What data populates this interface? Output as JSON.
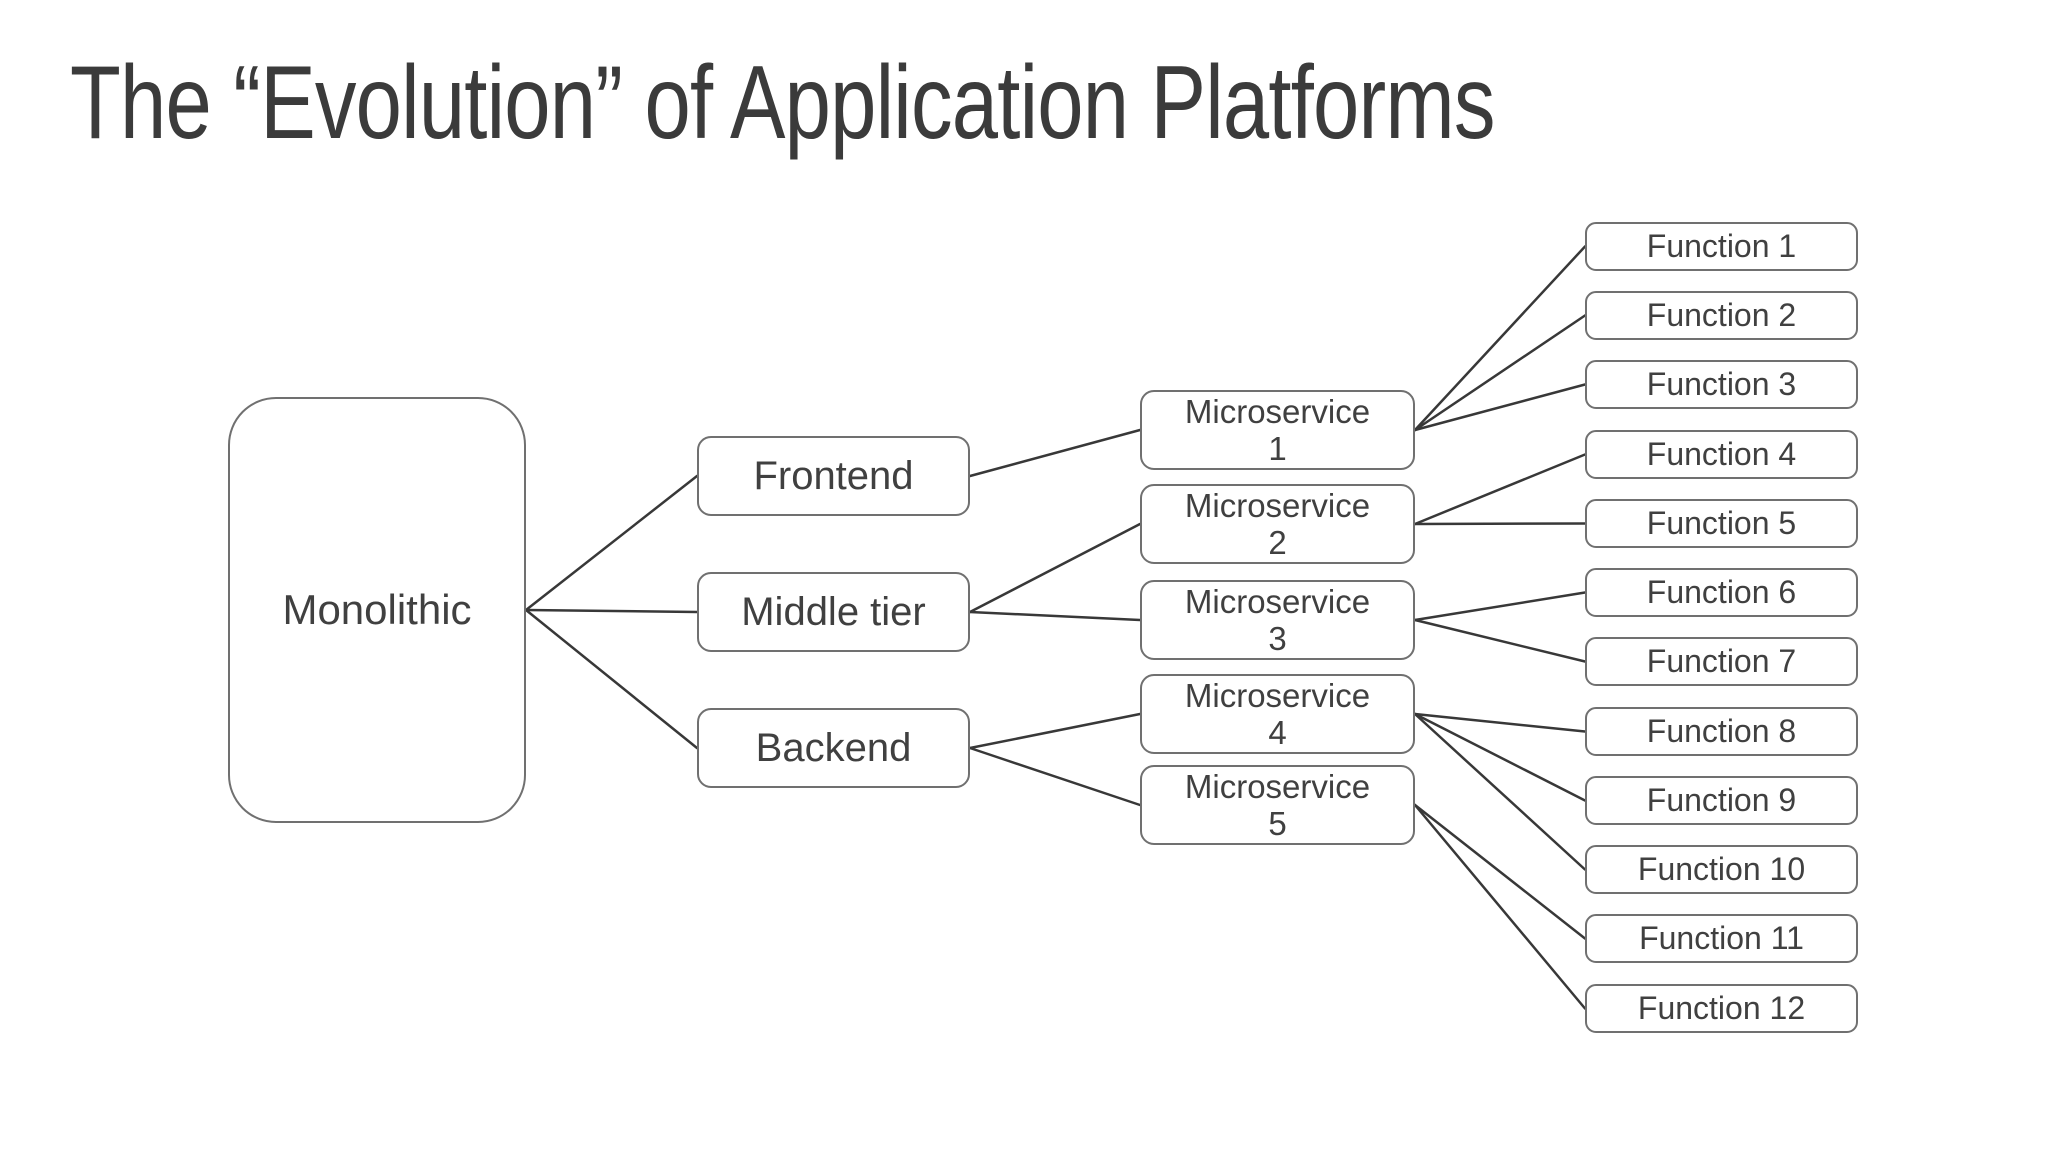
{
  "slide": {
    "title": "The “Evolution” of Application Platforms"
  },
  "colors": {
    "background": "#ffffff",
    "title_text": "#3b3b3b",
    "box_border": "#707070",
    "box_fill": "#ffffff",
    "box_text": "#404040",
    "connector_line": "#383838"
  },
  "diagram": {
    "monolith": {
      "label": "Monolithic"
    },
    "tiers": [
      {
        "id": "frontend",
        "label": "Frontend"
      },
      {
        "id": "middle",
        "label": "Middle tier"
      },
      {
        "id": "backend",
        "label": "Backend"
      }
    ],
    "microservices": [
      {
        "id": "ms1",
        "line1": "Microservice",
        "line2": "1"
      },
      {
        "id": "ms2",
        "line1": "Microservice",
        "line2": "2"
      },
      {
        "id": "ms3",
        "line1": "Microservice",
        "line2": "3"
      },
      {
        "id": "ms4",
        "line1": "Microservice",
        "line2": "4"
      },
      {
        "id": "ms5",
        "line1": "Microservice",
        "line2": "5"
      }
    ],
    "functions": [
      {
        "id": "f1",
        "label": "Function 1"
      },
      {
        "id": "f2",
        "label": "Function 2"
      },
      {
        "id": "f3",
        "label": "Function 3"
      },
      {
        "id": "f4",
        "label": "Function 4"
      },
      {
        "id": "f5",
        "label": "Function 5"
      },
      {
        "id": "f6",
        "label": "Function 6"
      },
      {
        "id": "f7",
        "label": "Function 7"
      },
      {
        "id": "f8",
        "label": "Function 8"
      },
      {
        "id": "f9",
        "label": "Function 9"
      },
      {
        "id": "f10",
        "label": "Function 10"
      },
      {
        "id": "f11",
        "label": "Function 11"
      },
      {
        "id": "f12",
        "label": "Function 12"
      }
    ],
    "edges": [
      [
        "monolithic",
        "frontend"
      ],
      [
        "monolithic",
        "middle"
      ],
      [
        "monolithic",
        "backend"
      ],
      [
        "frontend",
        "ms1"
      ],
      [
        "middle",
        "ms2"
      ],
      [
        "middle",
        "ms3"
      ],
      [
        "backend",
        "ms4"
      ],
      [
        "backend",
        "ms5"
      ],
      [
        "ms1",
        "f1"
      ],
      [
        "ms1",
        "f2"
      ],
      [
        "ms1",
        "f3"
      ],
      [
        "ms2",
        "f4"
      ],
      [
        "ms2",
        "f5"
      ],
      [
        "ms3",
        "f6"
      ],
      [
        "ms3",
        "f7"
      ],
      [
        "ms4",
        "f8"
      ],
      [
        "ms4",
        "f9"
      ],
      [
        "ms4",
        "f10"
      ],
      [
        "ms5",
        "f11"
      ],
      [
        "ms5",
        "f12"
      ]
    ]
  }
}
